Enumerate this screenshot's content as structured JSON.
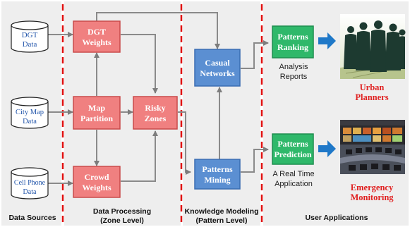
{
  "sources": {
    "dgt": [
      "DGT",
      "Data"
    ],
    "city_map": [
      "City Map",
      "Data"
    ],
    "cell_phone": [
      "Cell Phone",
      "Data"
    ]
  },
  "processing": {
    "dgt_weights": [
      "DGT",
      "Weights"
    ],
    "map_partition": [
      "Map",
      "Partition"
    ],
    "crowd_weights": [
      "Crowd",
      "Weights"
    ],
    "risky_zones": [
      "Risky",
      "Zones"
    ]
  },
  "modeling": {
    "casual_networks": [
      "Casual",
      "Networks"
    ],
    "patterns_mining": [
      "Patterns",
      "Mining"
    ]
  },
  "applications": {
    "patterns_ranking": [
      "Patterns",
      "Ranking"
    ],
    "patterns_prediction": [
      "Patterns",
      "Prediction"
    ],
    "analysis_reports": [
      "Analysis",
      "Reports"
    ],
    "realtime_app": [
      "A Real Time",
      "Application"
    ],
    "urban_planners": [
      "Urban",
      "Planners"
    ],
    "emergency_monitoring": [
      "Emergency",
      "Monitoring"
    ]
  },
  "columns": {
    "data_sources": [
      "Data Sources"
    ],
    "data_processing": [
      "Data Processing",
      "(Zone Level)"
    ],
    "knowledge_modeling": [
      "Knowledge Modeling",
      "(Pattern Level)"
    ],
    "user_applications": [
      "User Applications"
    ]
  },
  "colors": {
    "red_box_fill": "#f08080",
    "red_box_stroke": "#c94a4a",
    "blue_box_fill": "#5b8fd2",
    "blue_box_stroke": "#3b6db2",
    "green_box_fill": "#2fb86a",
    "green_box_stroke": "#1e8d4f",
    "red_text": "#e02020",
    "blue_arrow": "#1f78c8",
    "divider": "#e01010",
    "panel_bg": "#eeeeee",
    "connector": "#8a8a8a",
    "source_text": "#2255aa"
  },
  "icons": {
    "urban_planners_image": "people-silhouettes-over-city-map",
    "emergency_monitoring_image": "control-room-with-screens"
  }
}
